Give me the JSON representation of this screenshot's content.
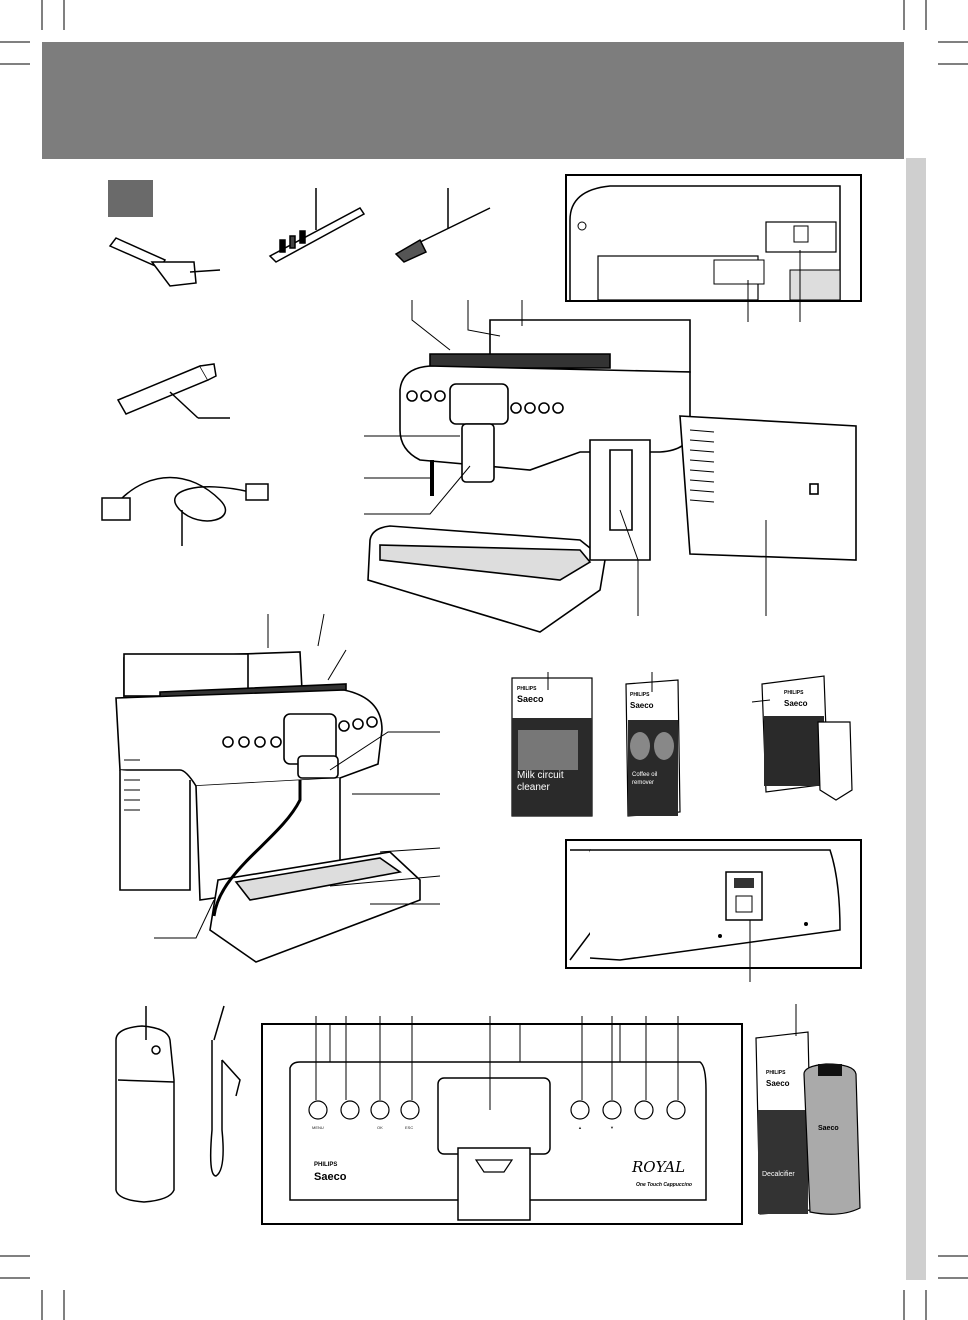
{
  "header": {
    "background": "#7d7d7d"
  },
  "side_strip": {
    "color": "#cfcfcf"
  },
  "section_badge": {
    "color": "#6a6a6a"
  },
  "products": {
    "milk_cleaner": {
      "brand_top": "PHILIPS",
      "brand": "Saeco",
      "title_line1": "Milk circuit",
      "title_line2": "cleaner"
    },
    "oil_remover": {
      "brand_top": "PHILIPS",
      "brand": "Saeco",
      "title_line1": "Coffee oil",
      "title_line2": "remover"
    },
    "water_filter": {
      "brand_top": "PHILIPS",
      "brand": "Saeco"
    },
    "decalcifier": {
      "brand_top": "PHILIPS",
      "brand": "Saeco",
      "title": "Decalcifier"
    }
  },
  "control_panel": {
    "button_labels": [
      "MENU",
      "",
      "OK",
      "ESC",
      "▲",
      "▼",
      "",
      ""
    ],
    "brand_top": "PHILIPS",
    "brand": "Saeco",
    "model": "ROYAL",
    "tagline": "One Touch Cappuccino"
  }
}
